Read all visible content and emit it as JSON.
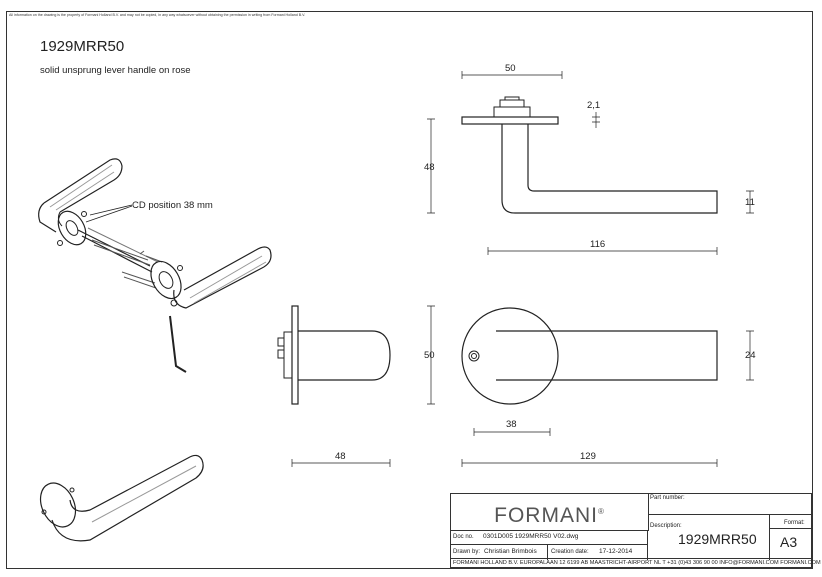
{
  "disclaimer": "All information on the drawing is the property of Formani Holland B.V. and may not be copied, in any way whatsoever without obtaining the permission in writing from Formani Holland B.V.",
  "title": "1929MRR50",
  "subtitle": "solid unsprung lever handle on rose",
  "callout": "CD position 38 mm",
  "dimensions": {
    "top_width": "50",
    "plate_thickness": "2,1",
    "height": "48",
    "grip_thickness": "11",
    "projection": "116",
    "side_depth": "48",
    "rose_diameter": "50",
    "grip_width": "24",
    "offset": "38",
    "length": "129"
  },
  "title_block": {
    "brand": "FORMANI",
    "registered": "®",
    "part_number_label": "Part number:",
    "description_label": "Description:",
    "description": "1929MRR50",
    "format_label": "Format:",
    "format": "A3",
    "doc_no_label": "Doc no.",
    "doc_no": "0301D005 1929MRR50 V02.dwg",
    "drawn_by_label": "Drawn by:",
    "drawn_by": "Christian Brimbois",
    "creation_date_label": "Creation date:",
    "creation_date": "17-12-2014",
    "footer": "FORMANI HOLLAND B.V.  EUROPALAAN 12  6199 AB MAASTRICHT-AIRPORT NL  T +31 (0)43 306 90 00 INFO@FORMANI.COM FORMANI.COM"
  }
}
